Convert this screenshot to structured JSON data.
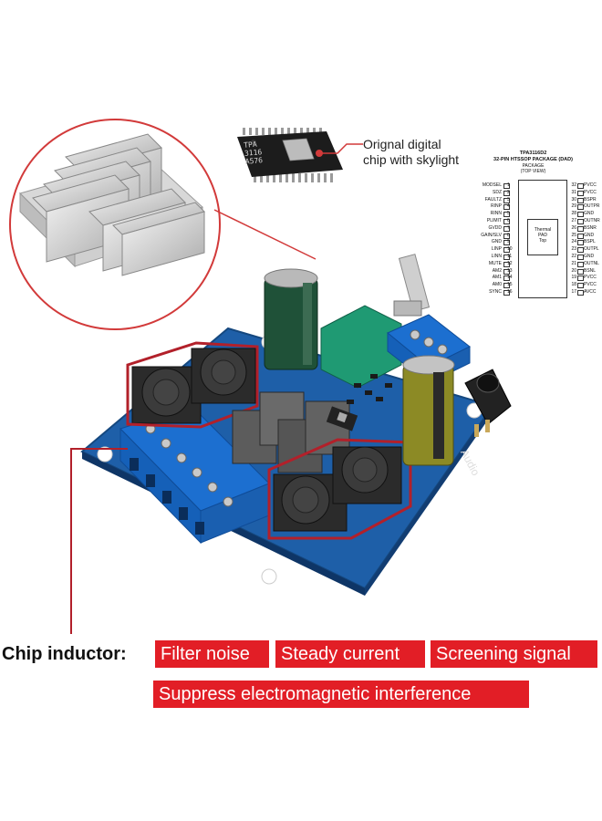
{
  "chip": {
    "label_line1": "Orignal digital",
    "label_line2": "chip with skylight",
    "marking_line1": "TPA",
    "marking_line2": "3116",
    "marking_line3": "A576"
  },
  "pinout": {
    "title": "TPA3116D2",
    "subtitle": "32-PIN HTSSOP PACKAGE (DAD)",
    "package_line1": "PACKAGE",
    "package_line2": "(TOP VIEW)",
    "thermal_line1": "Thermal",
    "thermal_line2": "PAD",
    "thermal_line3": "Top",
    "left_pins": [
      "MODSEL",
      "SDZ",
      "FAULTZ",
      "RINP",
      "RINN",
      "PLIMIT",
      "GVDD",
      "GAIN/SLV",
      "GND",
      "LINP",
      "LINN",
      "MUTE",
      "AM2",
      "AM1",
      "AM0",
      "SYNC"
    ],
    "right_pins": [
      "PVCC",
      "PVCC",
      "BSPR",
      "OUTPR",
      "GND",
      "OUTNR",
      "BSNR",
      "GND",
      "BSPL",
      "OUTPL",
      "GND",
      "OUTNL",
      "BSNL",
      "PVCC",
      "PVCC",
      "AVCC"
    ]
  },
  "board": {
    "silk_text": "Audio"
  },
  "bottom": {
    "chip_inductor_label": "Chip inductor:",
    "tags": [
      "Filter noise",
      "Steady current",
      "Screening signal",
      "Suppress electromagnetic interference"
    ]
  },
  "colors": {
    "accent_red": "#e21e26",
    "pcb_blue": "#1e5fa8",
    "terminal_blue": "#1c6fd0",
    "capacitor_green": "#1f5138",
    "potentiometer_green": "#1f9a73"
  }
}
